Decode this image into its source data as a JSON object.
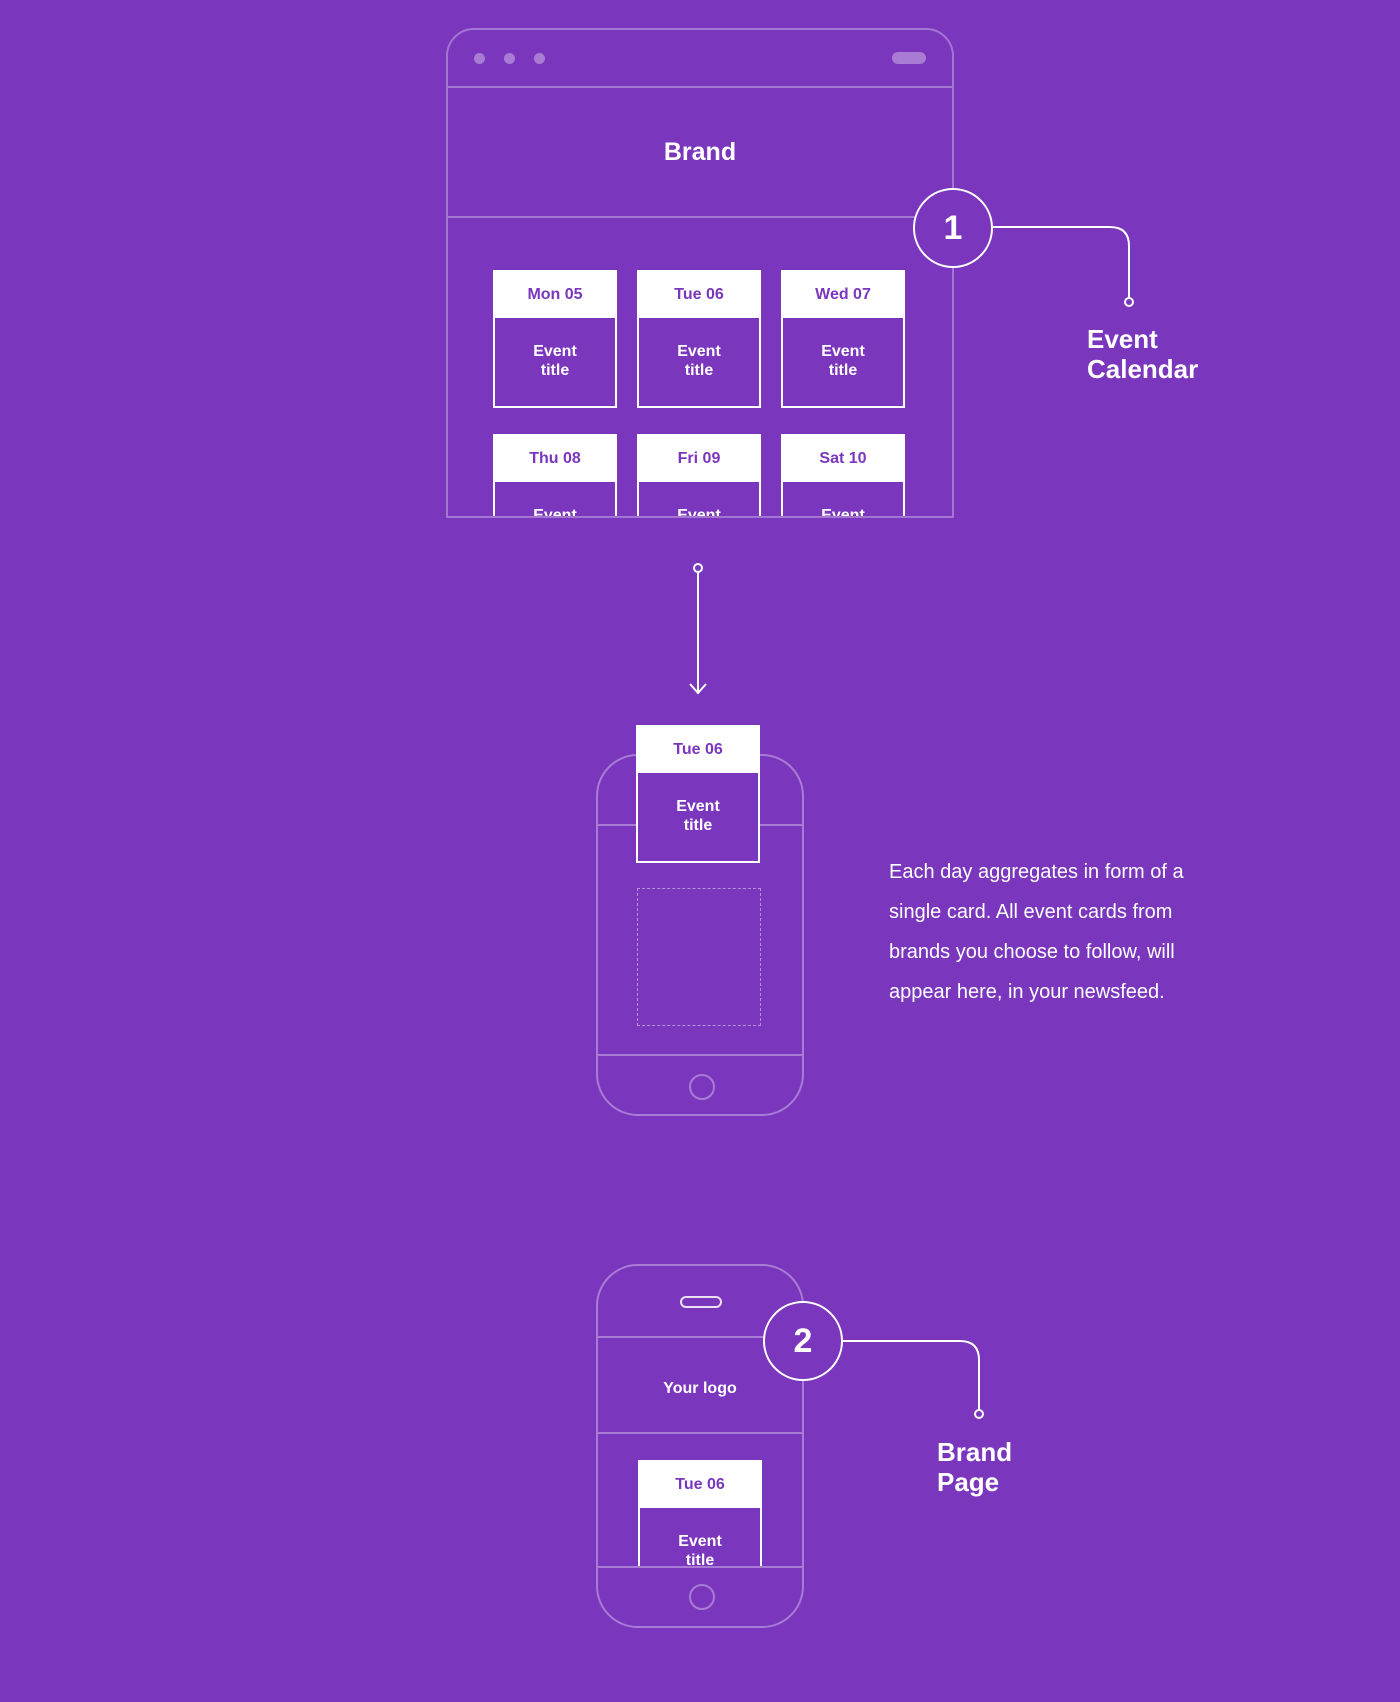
{
  "browser": {
    "brand": "Brand",
    "days": [
      {
        "date": "Mon 05",
        "event": "Event title"
      },
      {
        "date": "Tue 06",
        "event": "Event title"
      },
      {
        "date": "Wed 07",
        "event": "Event title"
      },
      {
        "date": "Thu 08",
        "event": "Event"
      },
      {
        "date": "Fri 09",
        "event": "Event"
      },
      {
        "date": "Sat 10",
        "event": "Event"
      }
    ]
  },
  "callout1": {
    "number": "1",
    "label_line1": "Event",
    "label_line2": "Calendar"
  },
  "feed_phone": {
    "card_date": "Tue 06",
    "card_event_line1": "Event",
    "card_event_line2": "title"
  },
  "description": "Each day aggregates in form of a single card. All event cards from brands you choose to follow, will appear here, in your newsfeed.",
  "brand_phone": {
    "logo": "Your logo",
    "card_date": "Tue 06",
    "card_event_line1": "Event",
    "card_event_line2": "title"
  },
  "callout2": {
    "number": "2",
    "label_line1": "Brand",
    "label_line2": "Page"
  },
  "colors": {
    "background": "#7a36bd",
    "foreground": "#ffffff"
  }
}
